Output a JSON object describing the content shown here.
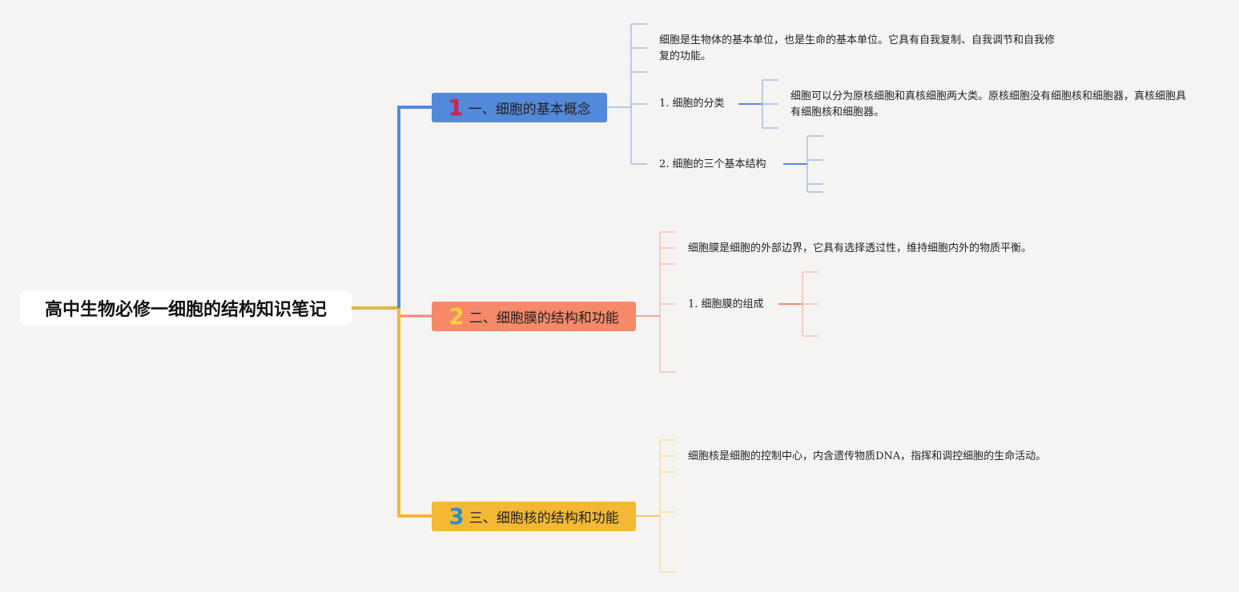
{
  "root": {
    "title": "高中生物必修一细胞的结构知识笔记"
  },
  "colors": {
    "branch1": "#5389d9",
    "branch2": "#f5896a",
    "branch3": "#f3b935",
    "num1": "#d6204a",
    "num2": "#f7d038",
    "num3": "#2e8fc8"
  },
  "branches": [
    {
      "number": "1",
      "label": "一、细胞的基本概念",
      "notes": {
        "definition": "细胞是生物体的基本单位，也是生命的基本单位。它具有自我复制、自我调节和自我修复的功能。",
        "classification_label": "1. 细胞的分类",
        "classification_text": "细胞可以分为原核细胞和真核细胞两大类。原核细胞没有细胞核和细胞器，真核细胞具有细胞核和细胞器。",
        "structures_label": "2. 细胞的三个基本结构"
      }
    },
    {
      "number": "2",
      "label": "二、细胞膜的结构和功能",
      "notes": {
        "definition": "细胞膜是细胞的外部边界，它具有选择透过性，维持细胞内外的物质平衡。",
        "composition_label": "1. 细胞膜的组成"
      }
    },
    {
      "number": "3",
      "label": "三、细胞核的结构和功能",
      "notes": {
        "definition": "细胞核是细胞的控制中心，内含遗传物质DNA，指挥和调控细胞的生命活动。"
      }
    }
  ]
}
